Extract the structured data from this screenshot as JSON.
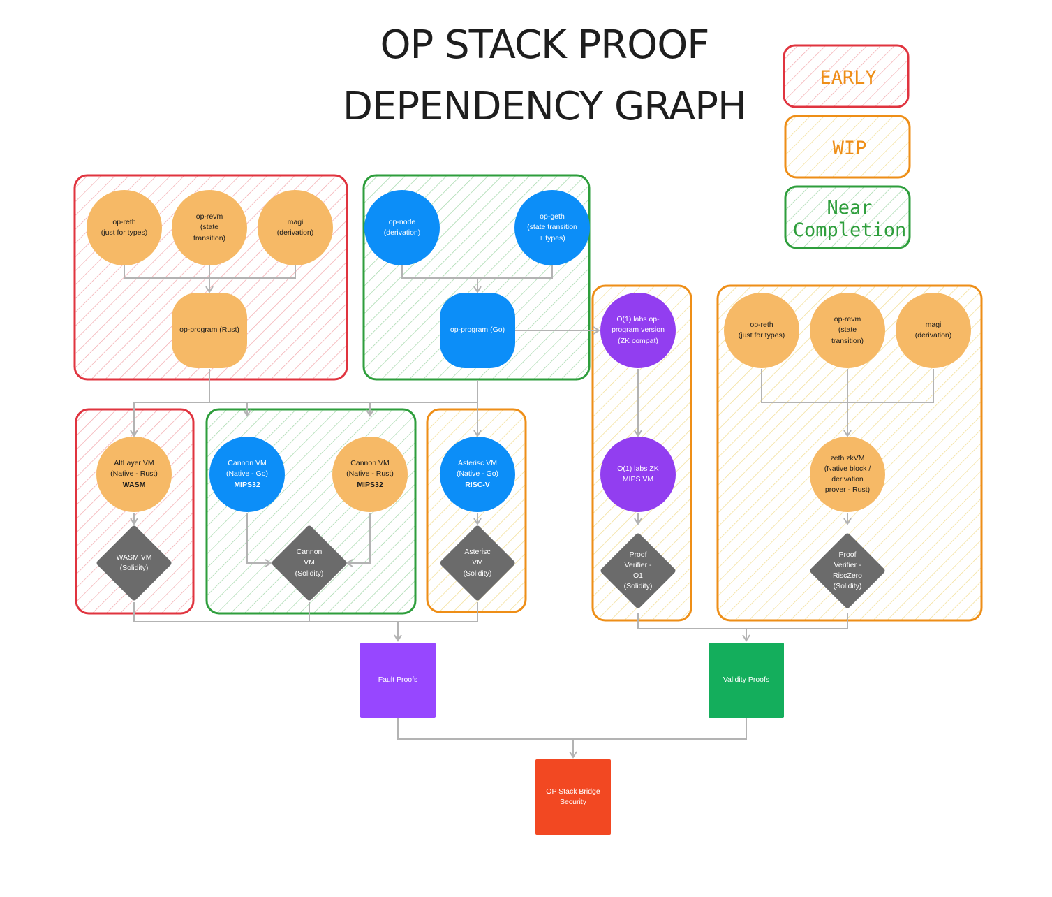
{
  "title": {
    "line1": "OP STACK PROOF",
    "line2": "DEPENDENCY GRAPH"
  },
  "legend": {
    "early": "EARLY",
    "wip": "WIP",
    "near_completion": [
      "Near",
      "Completion"
    ]
  },
  "colors": {
    "early": "#e0343f",
    "wip": "#ee8e17",
    "near_completion": "#2e9e3c",
    "rust_node": "#f6b966",
    "go_node": "#0c8ef8",
    "o1_node": "#923ef0",
    "verifier": "#6b6b6b",
    "fault_proofs": "#9747ff",
    "validity_proofs": "#14ae5c",
    "bridge_security": "#f24822",
    "edge": "#b3b3b3"
  },
  "nodes": {
    "rust_op_reth": [
      "op-reth",
      "(just for types)"
    ],
    "rust_op_revm": [
      "op-revm",
      "(state",
      "transition)"
    ],
    "rust_magi": [
      "magi",
      "(derivation)"
    ],
    "op_program_rust": [
      "op-program (Rust)"
    ],
    "op_node": [
      "op-node",
      "(derivation)"
    ],
    "op_geth": [
      "op-geth",
      "(state transition",
      "+ types)"
    ],
    "op_program_go": [
      "op-program (Go)"
    ],
    "o1_op_program": [
      "O(1) labs op-",
      "program version",
      "(ZK compat)"
    ],
    "o1_zk_mips": [
      "O(1) labs ZK",
      "MIPS VM"
    ],
    "o1_verifier": [
      "Proof",
      "Verifier -",
      "O1",
      "(Solidity)"
    ],
    "zeth_op_reth": [
      "op-reth",
      "(just for types)"
    ],
    "zeth_op_revm": [
      "op-revm",
      "(state",
      "transition)"
    ],
    "zeth_magi": [
      "magi",
      "(derivation)"
    ],
    "zeth_zkvm": [
      "zeth zkVM",
      "(Native block /",
      "derivation",
      "prover - Rust)"
    ],
    "risczero_verifier": [
      "Proof",
      "Verifier -",
      "RiscZero",
      "(Solidity)"
    ],
    "altlayer_vm": {
      "lines": [
        "AltLayer VM",
        "(Native - Rust)"
      ],
      "arch": "WASM"
    },
    "wasm_verifier": [
      "WASM VM",
      "(Solidity)"
    ],
    "cannon_go": {
      "lines": [
        "Cannon VM",
        "(Native - Go)"
      ],
      "arch": "MIPS32"
    },
    "cannon_rust": {
      "lines": [
        "Cannon VM",
        "(Native - Rust)"
      ],
      "arch": "MIPS32"
    },
    "cannon_verifier": [
      "Cannon",
      "VM",
      "(Solidity)"
    ],
    "asterisc_vm": {
      "lines": [
        "Asterisc VM",
        "(Native - Go)"
      ],
      "arch": "RISC-V"
    },
    "asterisc_verifier": [
      "Asterisc",
      "VM",
      "(Solidity)"
    ],
    "fault_proofs": [
      "Fault Proofs"
    ],
    "validity_proofs": [
      "Validity Proofs"
    ],
    "bridge_security": [
      "OP Stack Bridge",
      "Security"
    ]
  }
}
